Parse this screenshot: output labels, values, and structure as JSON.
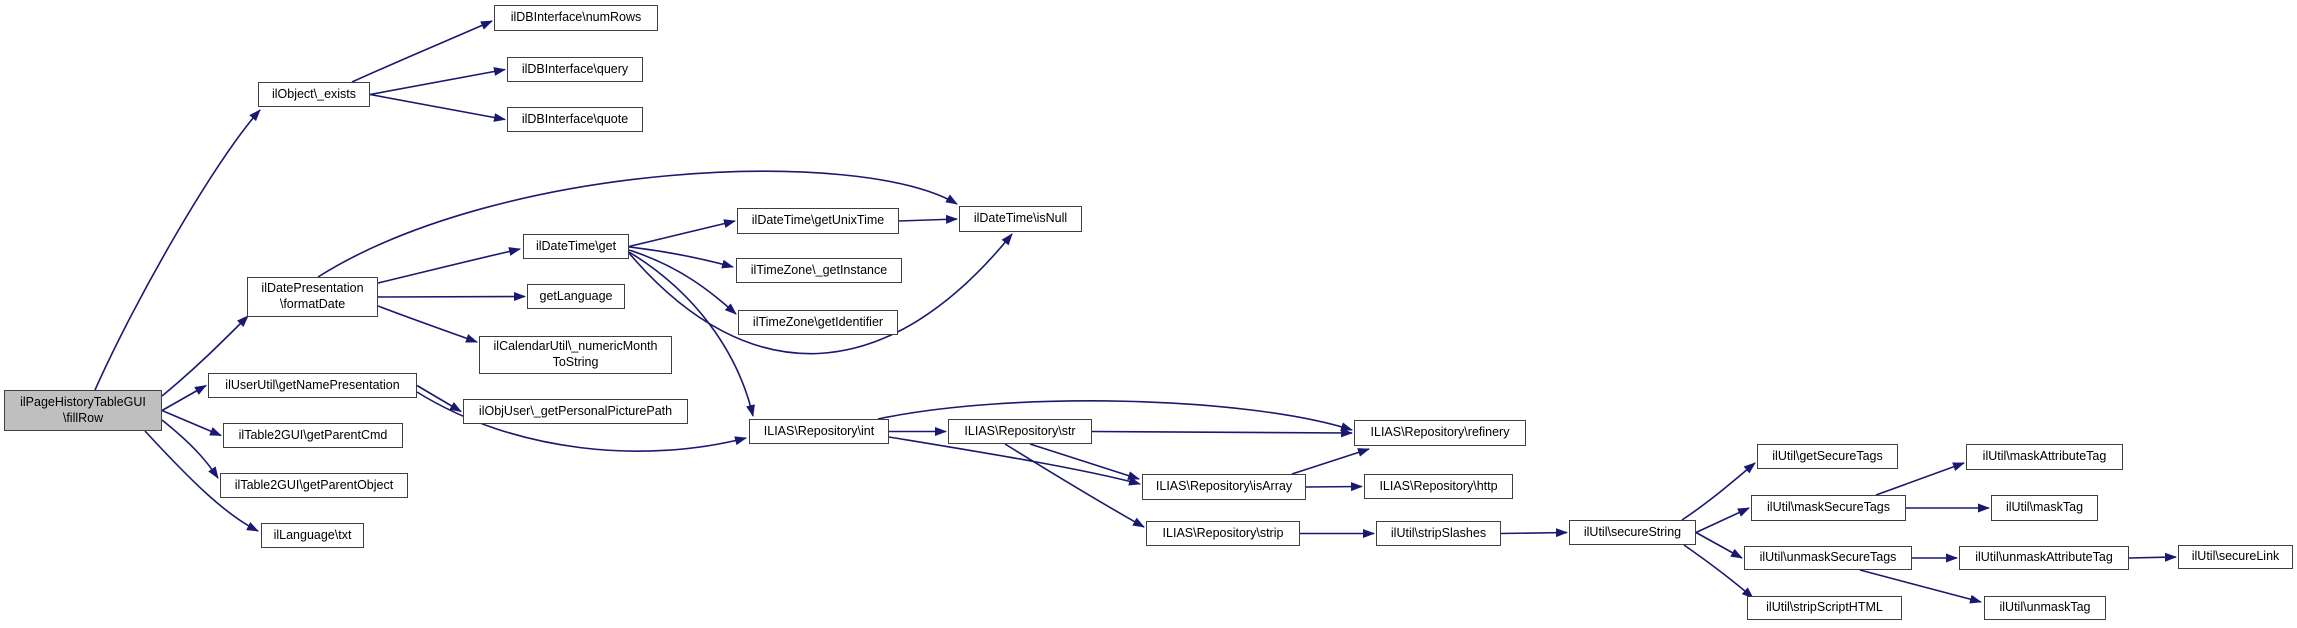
{
  "diagram": {
    "type": "call-graph",
    "title": "ilPageHistoryTableGUI::fillRow call graph",
    "colors": {
      "edge": "#191970",
      "node_border": "#3f3f3f",
      "node_fill": "#ffffff",
      "root_fill": "#bfbfbf",
      "background": "#ffffff"
    },
    "nodes": [
      {
        "id": "fillrow",
        "label": "ilPageHistoryTableGUI\n\\fillRow",
        "highlighted": true
      },
      {
        "id": "object_exists",
        "label": "ilObject\\_exists",
        "highlighted": false
      },
      {
        "id": "numrows",
        "label": "ilDBInterface\\numRows",
        "highlighted": false
      },
      {
        "id": "query",
        "label": "ilDBInterface\\query",
        "highlighted": false
      },
      {
        "id": "quote",
        "label": "ilDBInterface\\quote",
        "highlighted": false
      },
      {
        "id": "formatdate",
        "label": "ilDatePresentation\n\\formatDate",
        "highlighted": false
      },
      {
        "id": "datetime_get",
        "label": "ilDateTime\\get",
        "highlighted": false
      },
      {
        "id": "getlanguage",
        "label": "getLanguage",
        "highlighted": false
      },
      {
        "id": "numericmonth",
        "label": "ilCalendarUtil\\_numericMonth\nToString",
        "highlighted": false
      },
      {
        "id": "getnamepresentation",
        "label": "ilUserUtil\\getNamePresentation",
        "highlighted": false
      },
      {
        "id": "picturepath",
        "label": "ilObjUser\\_getPersonalPicturePath",
        "highlighted": false
      },
      {
        "id": "getparentcmd",
        "label": "ilTable2GUI\\getParentCmd",
        "highlighted": false
      },
      {
        "id": "getparentobject",
        "label": "ilTable2GUI\\getParentObject",
        "highlighted": false
      },
      {
        "id": "lang_txt",
        "label": "ilLanguage\\txt",
        "highlighted": false
      },
      {
        "id": "getunixtime",
        "label": "ilDateTime\\getUnixTime",
        "highlighted": false
      },
      {
        "id": "getinstance",
        "label": "ilTimeZone\\_getInstance",
        "highlighted": false
      },
      {
        "id": "getidentifier",
        "label": "ilTimeZone\\getIdentifier",
        "highlighted": false
      },
      {
        "id": "isnull",
        "label": "ilDateTime\\isNull",
        "highlighted": false
      },
      {
        "id": "repo_int",
        "label": "ILIAS\\Repository\\int",
        "highlighted": false
      },
      {
        "id": "repo_str",
        "label": "ILIAS\\Repository\\str",
        "highlighted": false
      },
      {
        "id": "refinery",
        "label": "ILIAS\\Repository\\refinery",
        "highlighted": false
      },
      {
        "id": "isarray",
        "label": "ILIAS\\Repository\\isArray",
        "highlighted": false
      },
      {
        "id": "http",
        "label": "ILIAS\\Repository\\http",
        "highlighted": false
      },
      {
        "id": "strip",
        "label": "ILIAS\\Repository\\strip",
        "highlighted": false
      },
      {
        "id": "stripslashes",
        "label": "ilUtil\\stripSlashes",
        "highlighted": false
      },
      {
        "id": "securestring",
        "label": "ilUtil\\secureString",
        "highlighted": false
      },
      {
        "id": "getsecuretags",
        "label": "ilUtil\\getSecureTags",
        "highlighted": false
      },
      {
        "id": "maskattributetag",
        "label": "ilUtil\\maskAttributeTag",
        "highlighted": false
      },
      {
        "id": "masksecuretags",
        "label": "ilUtil\\maskSecureTags",
        "highlighted": false
      },
      {
        "id": "masktag",
        "label": "ilUtil\\maskTag",
        "highlighted": false
      },
      {
        "id": "unmasksecuretags",
        "label": "ilUtil\\unmaskSecureTags",
        "highlighted": false
      },
      {
        "id": "unmaskattributetag",
        "label": "ilUtil\\unmaskAttributeTag",
        "highlighted": false
      },
      {
        "id": "securelink",
        "label": "ilUtil\\secureLink",
        "highlighted": false
      },
      {
        "id": "stripscripthtml",
        "label": "ilUtil\\stripScriptHTML",
        "highlighted": false
      },
      {
        "id": "unmasktag",
        "label": "ilUtil\\unmaskTag",
        "highlighted": false
      }
    ],
    "edges": [
      {
        "from": "fillrow",
        "to": "object_exists"
      },
      {
        "from": "fillrow",
        "to": "formatdate"
      },
      {
        "from": "fillrow",
        "to": "getnamepresentation"
      },
      {
        "from": "fillrow",
        "to": "getparentcmd"
      },
      {
        "from": "fillrow",
        "to": "getparentobject"
      },
      {
        "from": "fillrow",
        "to": "lang_txt"
      },
      {
        "from": "object_exists",
        "to": "numrows"
      },
      {
        "from": "object_exists",
        "to": "query"
      },
      {
        "from": "object_exists",
        "to": "quote"
      },
      {
        "from": "formatdate",
        "to": "datetime_get"
      },
      {
        "from": "formatdate",
        "to": "getlanguage"
      },
      {
        "from": "formatdate",
        "to": "numericmonth"
      },
      {
        "from": "formatdate",
        "to": "isnull"
      },
      {
        "from": "datetime_get",
        "to": "getunixtime"
      },
      {
        "from": "datetime_get",
        "to": "getinstance"
      },
      {
        "from": "datetime_get",
        "to": "getidentifier"
      },
      {
        "from": "datetime_get",
        "to": "isnull"
      },
      {
        "from": "datetime_get",
        "to": "repo_int"
      },
      {
        "from": "getunixtime",
        "to": "isnull"
      },
      {
        "from": "getnamepresentation",
        "to": "picturepath"
      },
      {
        "from": "getnamepresentation",
        "to": "repo_int"
      },
      {
        "from": "repo_int",
        "to": "repo_str"
      },
      {
        "from": "repo_int",
        "to": "isarray"
      },
      {
        "from": "repo_int",
        "to": "refinery"
      },
      {
        "from": "repo_str",
        "to": "refinery"
      },
      {
        "from": "repo_str",
        "to": "isarray"
      },
      {
        "from": "repo_str",
        "to": "strip"
      },
      {
        "from": "isarray",
        "to": "http"
      },
      {
        "from": "isarray",
        "to": "refinery"
      },
      {
        "from": "strip",
        "to": "stripslashes"
      },
      {
        "from": "stripslashes",
        "to": "securestring"
      },
      {
        "from": "securestring",
        "to": "getsecuretags"
      },
      {
        "from": "securestring",
        "to": "masksecuretags"
      },
      {
        "from": "securestring",
        "to": "unmasksecuretags"
      },
      {
        "from": "securestring",
        "to": "stripscripthtml"
      },
      {
        "from": "masksecuretags",
        "to": "maskattributetag"
      },
      {
        "from": "masksecuretags",
        "to": "masktag"
      },
      {
        "from": "unmasksecuretags",
        "to": "unmaskattributetag"
      },
      {
        "from": "unmasksecuretags",
        "to": "unmasktag"
      },
      {
        "from": "unmaskattributetag",
        "to": "securelink"
      }
    ]
  }
}
